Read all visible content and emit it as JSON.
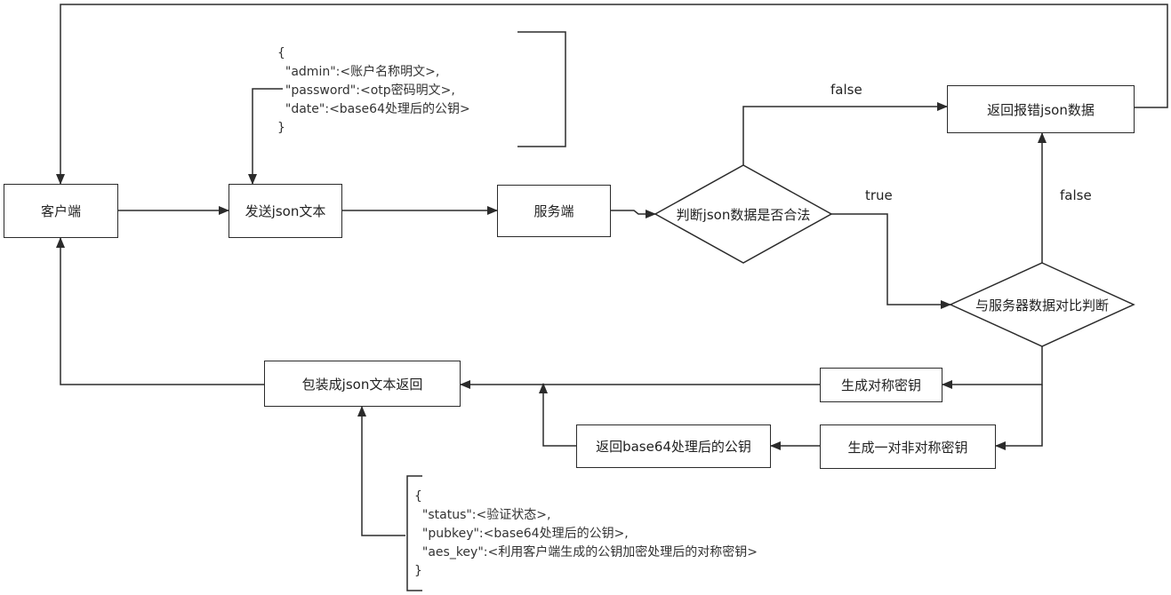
{
  "nodes": {
    "client": "客户端",
    "send_json": "发送json文本",
    "server": "服务端",
    "check_json": "判断json数据是否合法",
    "return_error": "返回报错json数据",
    "compare_server": "与服务器数据对比判断",
    "gen_symmetric": "生成对称密钥",
    "gen_asymmetric": "生成一对非对称密钥",
    "return_pubkey": "返回base64处理后的公钥",
    "pack_json": "包装成json文本返回"
  },
  "edge_labels": {
    "false_top": "false",
    "true": "true",
    "false_right": "false"
  },
  "request_note": {
    "open": "{",
    "line1": "  \"admin\":<账户名称明文>,",
    "line2": "  \"password\":<otp密码明文>,",
    "line3": "  \"date\":<base64处理后的公钥>",
    "close": "}"
  },
  "response_note": {
    "open": "{",
    "line1": "  \"status\":<验证状态>,",
    "line2": "  \"pubkey\":<base64处理后的公钥>,",
    "line3": "  \"aes_key\":<利用客户端生成的公钥加密处理后的对称密钥>",
    "close": "}"
  },
  "colors": {
    "stroke": "#2b2b2b",
    "background": "#ffffff"
  }
}
